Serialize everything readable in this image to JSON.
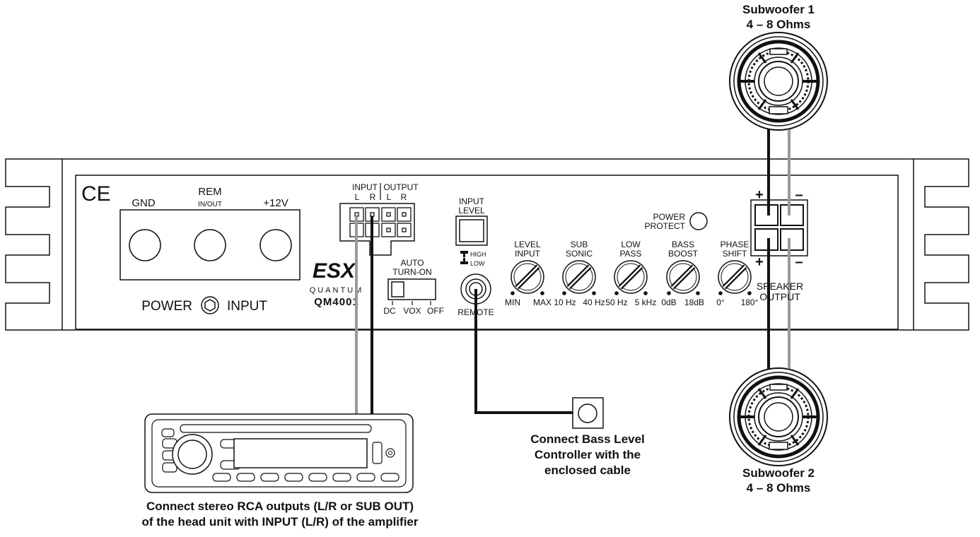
{
  "amplifier": {
    "ce_mark": "CE",
    "power_input": {
      "gnd_label": "GND",
      "rem_label": "REM",
      "rem_sub_label": "IN/OUT",
      "plus12v_label": "+12V",
      "caption_left": "POWER",
      "caption_right": "INPUT"
    },
    "rca": {
      "input_label": "INPUT",
      "output_label": "OUTPUT",
      "in_l": "L",
      "in_r": "R",
      "out_l": "L",
      "out_r": "R"
    },
    "brand": {
      "logo": "ESX",
      "series": "QUANTUM",
      "model": "QM4001"
    },
    "auto_turn_on": {
      "label_line1": "AUTO",
      "label_line2": "TURN-ON",
      "options": [
        "DC",
        "VOX",
        "OFF"
      ]
    },
    "input_level": {
      "label_line1": "INPUT",
      "label_line2": "LEVEL",
      "high_label": "HIGH",
      "low_label": "LOW"
    },
    "remote_label": "REMOTE",
    "power_protect": {
      "line1": "POWER",
      "line2": "PROTECT"
    },
    "knobs": [
      {
        "line1": "LEVEL",
        "line2": "INPUT",
        "min_label": "MIN",
        "max_label": "MAX"
      },
      {
        "line1": "SUB",
        "line2": "SONIC",
        "min_label": "10 Hz",
        "max_label": "40 Hz"
      },
      {
        "line1": "LOW",
        "line2": "PASS",
        "min_label": "50 Hz",
        "max_label": "5 kHz"
      },
      {
        "line1": "BASS",
        "line2": "BOOST",
        "min_label": "0dB",
        "max_label": "18dB"
      },
      {
        "line1": "PHASE",
        "line2": "SHIFT",
        "min_label": "0°",
        "max_label": "180°"
      }
    ],
    "speaker_output": {
      "line1": "SPEAKER",
      "line2": "OUTPUT",
      "plus": "+",
      "minus": "–"
    }
  },
  "subwoofer1": {
    "name": "Subwoofer 1",
    "impedance": "4 – 8 Ohms"
  },
  "subwoofer2": {
    "name": "Subwoofer 2",
    "impedance": "4 – 8 Ohms"
  },
  "bass_controller_caption": [
    "Connect Bass Level",
    "Controller with the",
    "enclosed cable"
  ],
  "head_unit_caption": [
    "Connect stereo RCA outputs (L/R or SUB OUT)",
    "of the head unit with INPUT (L/R) of the amplifier"
  ]
}
